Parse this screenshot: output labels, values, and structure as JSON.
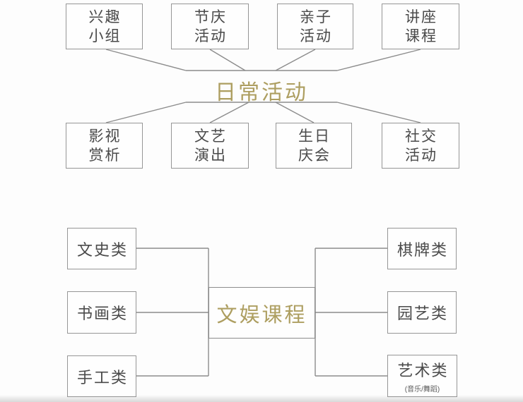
{
  "colors": {
    "background": "#fdfdfd",
    "box_border": "#969696",
    "connector_line": "#8c8c8c",
    "box_text": "#4a4a4a",
    "accent_title": "#ad9e60"
  },
  "top_diagram": {
    "center_title": "日常活动",
    "top_row": [
      {
        "line1": "兴趣",
        "line2": "小组"
      },
      {
        "line1": "节庆",
        "line2": "活动"
      },
      {
        "line1": "亲子",
        "line2": "活动"
      },
      {
        "line1": "讲座",
        "line2": "课程"
      }
    ],
    "bottom_row": [
      {
        "line1": "影视",
        "line2": "赏析"
      },
      {
        "line1": "文艺",
        "line2": "演出"
      },
      {
        "line1": "生日",
        "line2": "庆会"
      },
      {
        "line1": "社交",
        "line2": "活动"
      }
    ]
  },
  "bottom_diagram": {
    "center_title": "文娱课程",
    "left_column": [
      {
        "label": "文史类"
      },
      {
        "label": "书画类"
      },
      {
        "label": "手工类"
      }
    ],
    "right_column": [
      {
        "label": "棋牌类"
      },
      {
        "label": "园艺类"
      },
      {
        "label": "艺术类",
        "sublabel": "(音乐/舞蹈)"
      }
    ]
  }
}
